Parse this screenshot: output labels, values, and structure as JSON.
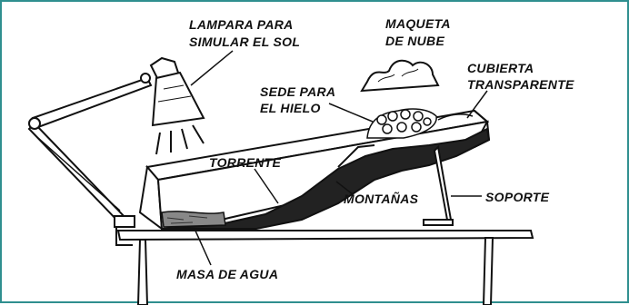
{
  "colors": {
    "frame": "#2f8f8f",
    "ink": "#111111",
    "paper": "#ffffff"
  },
  "labels": {
    "lamp_line1": "LAMPARA PARA",
    "lamp_line2": "SIMULAR EL SOL",
    "cloud_line1": "MAQUETA",
    "cloud_line2": "DE NUBE",
    "cover_line1": "CUBIERTA",
    "cover_line2": "TRANSPARENTE",
    "ice_line1": "SEDE PARA",
    "ice_line2": "EL HIELO",
    "torrent": "TORRENTE",
    "mountains": "MONTAÑAS",
    "support": "SOPORTE",
    "water": "MASA DE AGUA"
  }
}
